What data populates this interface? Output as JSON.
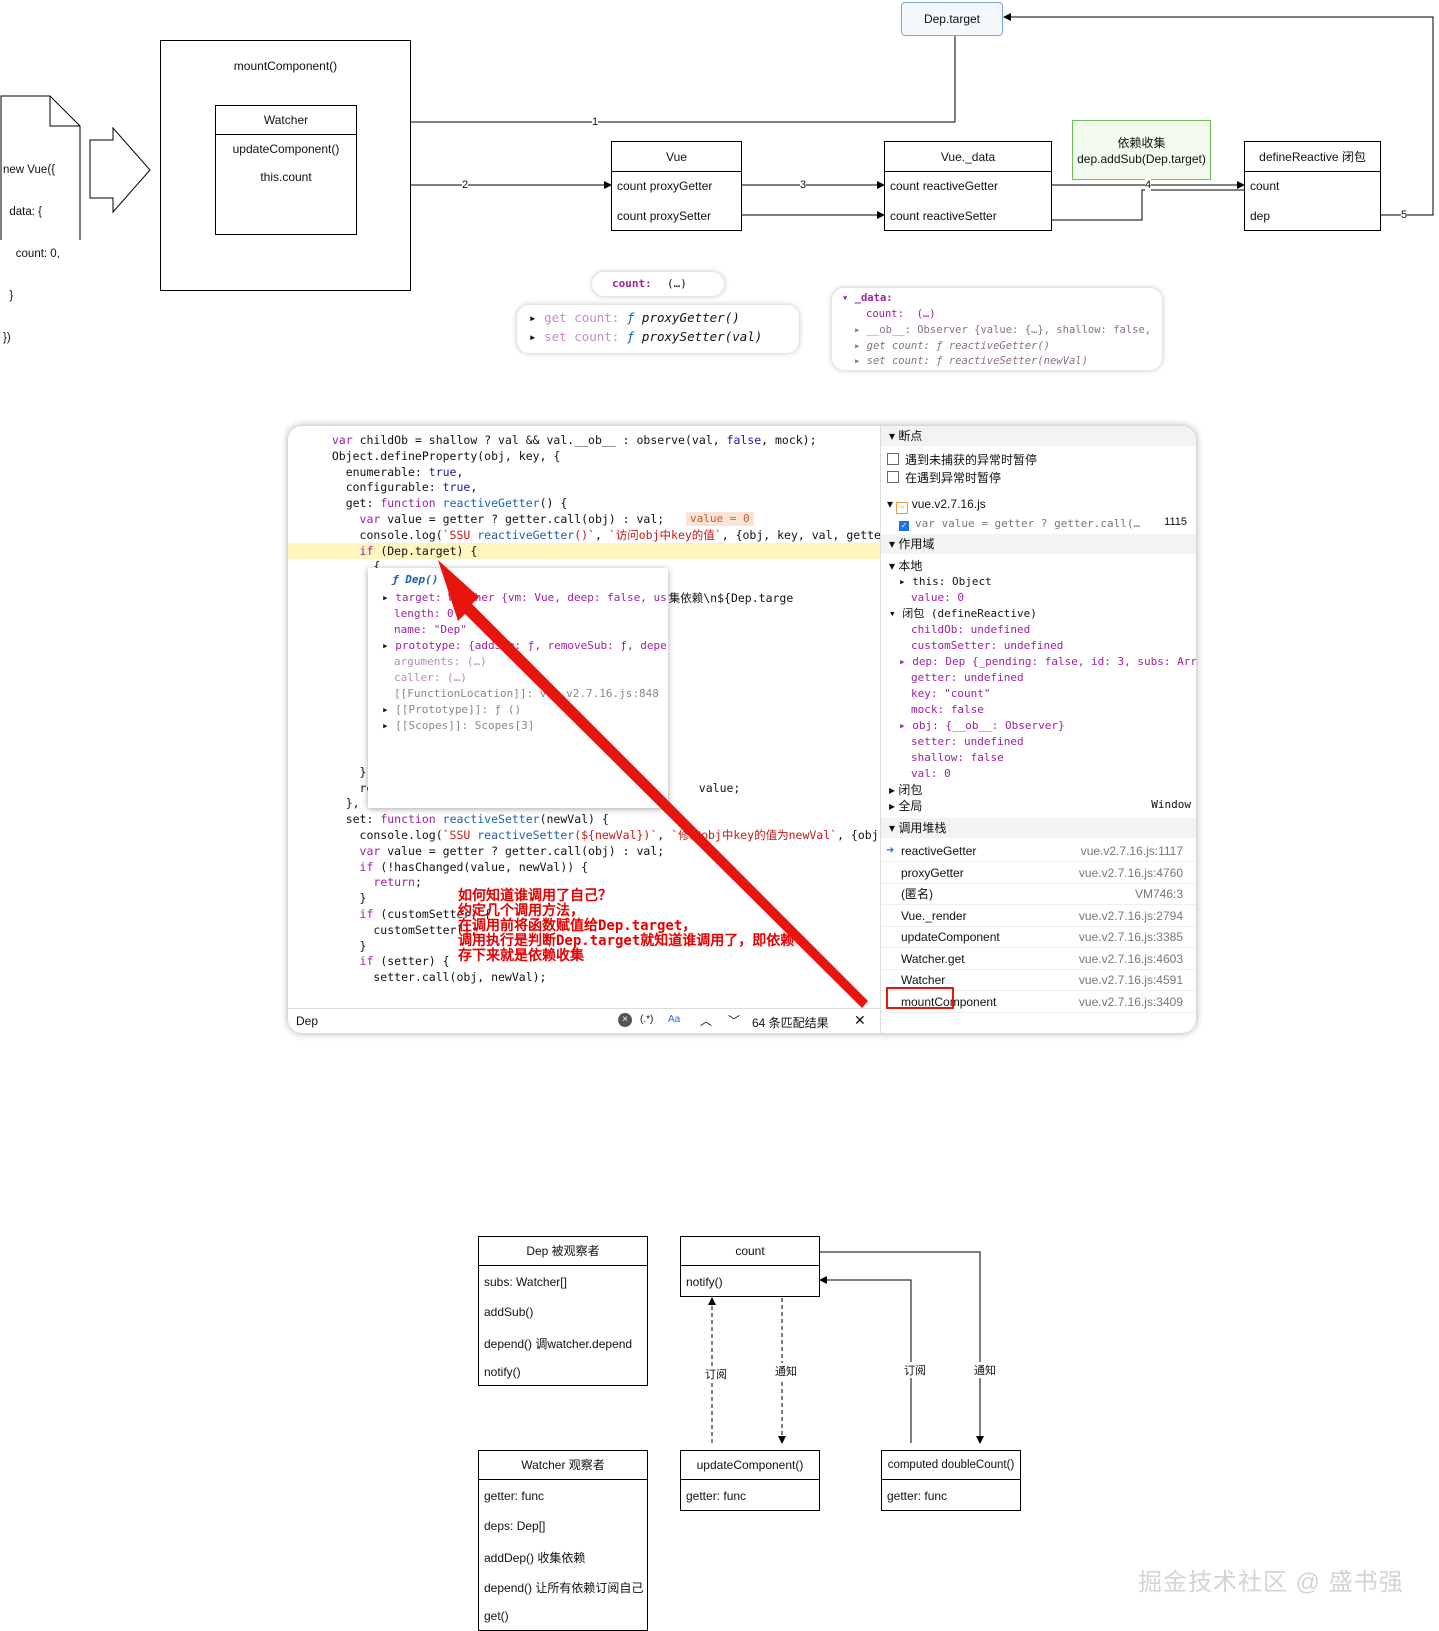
{
  "diagram1": {
    "dep_target": "Dep.target",
    "newvue_lines": [
      "new Vue({",
      "  data: {",
      "    count: 0,",
      "  }",
      "})"
    ],
    "mount_title": "mountComponent()",
    "watcher": {
      "title": "Watcher",
      "rows": [
        "updateComponent()",
        "this.count"
      ]
    },
    "vue": {
      "title": "Vue",
      "rows": [
        "count proxyGetter",
        "count proxySetter"
      ]
    },
    "vue_data": {
      "title": "Vue._data",
      "rows": [
        "count reactiveGetter",
        "count reactiveSetter"
      ]
    },
    "collect": {
      "line1": "依赖收集",
      "line2": "dep.addSub(Dep.target)"
    },
    "define_reactive": {
      "title": "defineReactive 闭包",
      "rows": [
        "count",
        "dep"
      ]
    },
    "edge_labels": [
      "1",
      "2",
      "3",
      "4",
      "5"
    ]
  },
  "snippet_count": {
    "key": "count:",
    "val": "(…)"
  },
  "snippet_proxy": {
    "rows": [
      {
        "pre": "get count: ",
        "f": "ƒ",
        "name": "proxyGetter()"
      },
      {
        "pre": "set count: ",
        "f": "ƒ",
        "name": "proxySetter(val)"
      }
    ]
  },
  "snippet_data": {
    "title": "_data:",
    "rows": [
      "count:  (…)",
      "__ob__: Observer {value: {…}, shallow: false,",
      "get count: ƒ reactiveGetter()",
      "set count: ƒ reactiveSetter(newVal)"
    ]
  },
  "code_lines": [
    "  var childOb = shallow ? val && val.__ob__ : observe(val, false, mock);",
    "  Object.defineProperty(obj, key, {",
    "    enumerable: true,",
    "    configurable: true,",
    "    get: function reactiveGetter() {",
    "      var value = getter ? getter.call(obj) : val;",
    "      console.log(`SSU reactiveGetter()`, `访问obj中key的值`, {obj, key, val, getter}",
    "      if (Dep.target) {",
    "        {",
    "",
    "                                       obj.${key}收集依赖\\n${Dep.targe",
    "",
    "",
    "",
    "",
    "",
    "",
    "",
    "",
    "",
    "",
    "      }",
    "      ret                                              value;",
    "    },",
    "    set: function reactiveSetter(newVal) {",
    "      console.log(`SSU reactiveSetter(${newVal})`, `修改obj中key的值为newVal`, {obj,",
    "      var value = getter ? getter.call(obj) : val;",
    "      if (!hasChanged(value, newVal)) {",
    "        return;",
    "      }",
    "      if (customSetter) {",
    "        customSetter();",
    "      }",
    "      if (setter) {",
    "        setter.call(obj, newVal);"
  ],
  "value_badge": "value = 0",
  "popup": {
    "title": "ƒ Dep()",
    "rows": [
      "target: Watcher {vm: Vue, deep: false, us",
      "length: 0",
      "name: \"Dep\"",
      "prototype: {addSub: ƒ, removeSub: ƒ, depe",
      "arguments: (…)",
      "caller: (…)",
      "[[FunctionLocation]]: vue.v2.7.16.js:848",
      "[[Prototype]]: ƒ ()",
      "[[Scopes]]: Scopes[3]"
    ]
  },
  "annotation": [
    "如何知道谁调用了自己？",
    "约定几个调用方法，",
    "在调用前将函数赋值给Dep.target，",
    "调用执行是判断Dep.target就知道谁调用了，即依赖",
    "存下来就是依赖收集"
  ],
  "search": {
    "query": "Dep",
    "regex": "(.*)",
    "case": "Aa",
    "matches": "64 条匹配结果"
  },
  "panel": {
    "breakpoints_title": "断点",
    "pause_uncaught": "遇到未捕获的异常时暂停",
    "pause_caught": "在遇到异常时暂停",
    "bp_file": "vue.v2.7.16.js",
    "bp_line": "var value = getter ? getter.call(…",
    "bp_num": "1115",
    "scope_title": "作用域",
    "local": "本地",
    "scope_local": [
      "this: Object",
      "value: 0"
    ],
    "closure_title": "闭包 (defineReactive)",
    "scope_closure": [
      "childOb: undefined",
      "customSetter: undefined",
      "dep: Dep {_pending: false, id: 3, subs: Arr",
      "getter: undefined",
      "key: \"count\"",
      "mock: false",
      "obj: {__ob__: Observer}",
      "setter: undefined",
      "shallow: false",
      "val: 0"
    ],
    "closure2": "闭包",
    "global": "全局",
    "global_val": "Window",
    "callstack_title": "调用堆栈",
    "stack": [
      {
        "name": "reactiveGetter",
        "loc": "vue.v2.7.16.js:1117"
      },
      {
        "name": "proxyGetter",
        "loc": "vue.v2.7.16.js:4760"
      },
      {
        "name": "(匿名)",
        "loc": "VM746:3"
      },
      {
        "name": "Vue._render",
        "loc": "vue.v2.7.16.js:2794"
      },
      {
        "name": "updateComponent",
        "loc": "vue.v2.7.16.js:3385"
      },
      {
        "name": "Watcher.get",
        "loc": "vue.v2.7.16.js:4603"
      },
      {
        "name": "Watcher",
        "loc": "vue.v2.7.16.js:4591"
      },
      {
        "name": "mountComponent",
        "loc": "vue.v2.7.16.js:3409"
      }
    ]
  },
  "diagram2": {
    "dep": {
      "title": "Dep 被观察者",
      "rows": [
        "subs: Watcher[]",
        "addSub()",
        "depend() 调watcher.depend",
        "notify()"
      ]
    },
    "watcher": {
      "title": "Watcher 观察者",
      "rows": [
        "getter: func",
        "deps: Dep[]",
        "addDep() 收集依赖",
        "depend() 让所有依赖订阅自己",
        "get()"
      ]
    },
    "count": {
      "title": "count",
      "rows": [
        "notify()"
      ]
    },
    "update": {
      "title": "updateComponent()",
      "rows": [
        "getter: func"
      ]
    },
    "computed": {
      "title": "computed doubleCount()",
      "rows": [
        "getter: func"
      ]
    },
    "labels": [
      "订阅",
      "通知",
      "订阅",
      "通知"
    ]
  },
  "watermark": "掘金技术社区 @ 盛书强",
  "colors": {
    "arrow": "#e8140e",
    "highlight_line": "#fff6bf",
    "annotation": "#e60000",
    "collect_border": "#6fbf5a",
    "dep_target_border": "#7ea6d8"
  }
}
